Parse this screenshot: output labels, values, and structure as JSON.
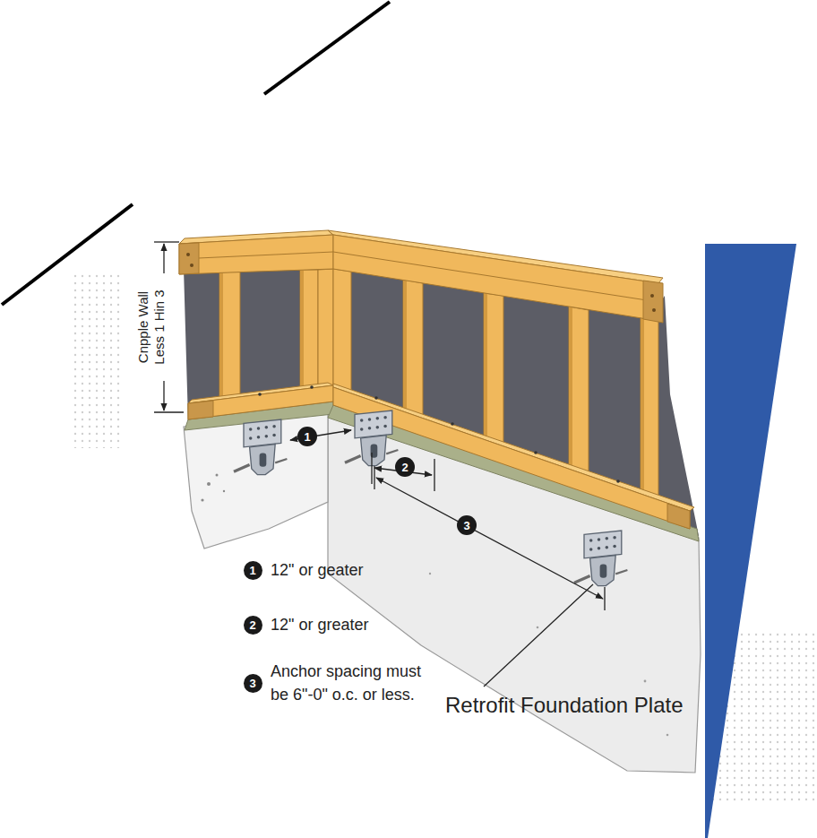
{
  "diagram": {
    "nodes": [
      {
        "text": [
          "1"
        ]
      },
      {
        "text": [
          "2"
        ]
      },
      {
        "text": [
          "3"
        ]
      },
      {
        "text": [
          "1"
        ]
      },
      {
        "text": [
          "2"
        ]
      },
      {
        "text": [
          "3"
        ]
      }
    ],
    "labels": [
      "Cnpple Wall Less 1 Hin 3",
      "12\" or geater",
      "12\" or greater",
      "Anchor spacing must be 6\"-0\" o.c. or less.",
      "Retrofit Foundation Plate"
    ]
  }
}
